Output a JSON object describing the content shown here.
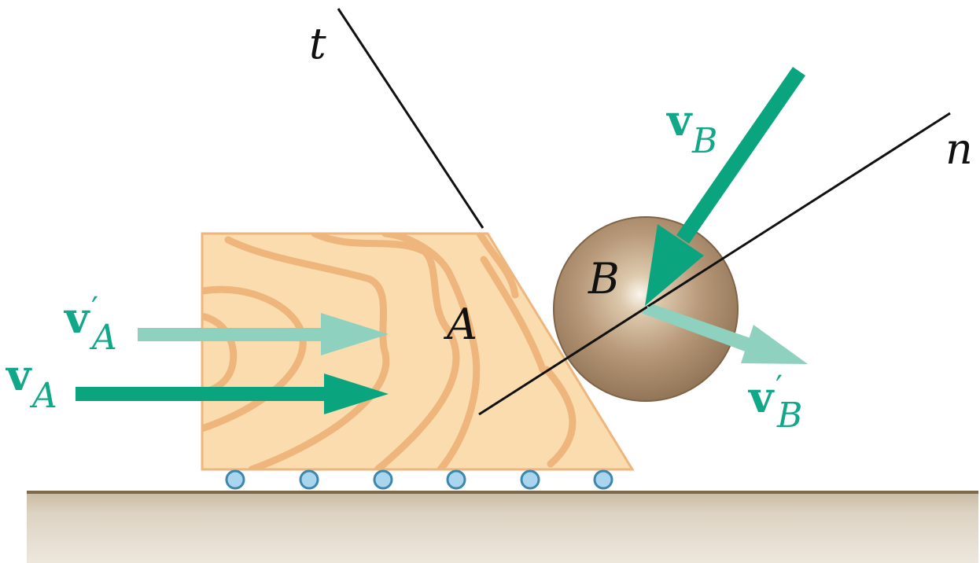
{
  "labels": {
    "t_axis": "t",
    "n_axis": "n",
    "block": "A",
    "ball": "B",
    "vA_sym": "v",
    "vA_sub": "A",
    "vA_prime_sym": "v",
    "vA_prime_mark": "′",
    "vA_prime_sub": "A",
    "vB_sym": "v",
    "vB_sub": "B",
    "vB_prime_sym": "v",
    "vB_prime_mark": "′",
    "vB_prime_sub": "B"
  },
  "colors": {
    "arrow_dark": "#0aa57f",
    "arrow_light": "#8ed1bf",
    "label_teal": "#11a889",
    "wood_fill": "#fbdcae",
    "wood_grain": "#eeb57c",
    "ball_fill": "#b59877",
    "ground_top": "#7d6a4a",
    "ground_fill": "#d8cdbb",
    "roller_fill": "#a9d6ee",
    "roller_stroke": "#3c87ad"
  }
}
